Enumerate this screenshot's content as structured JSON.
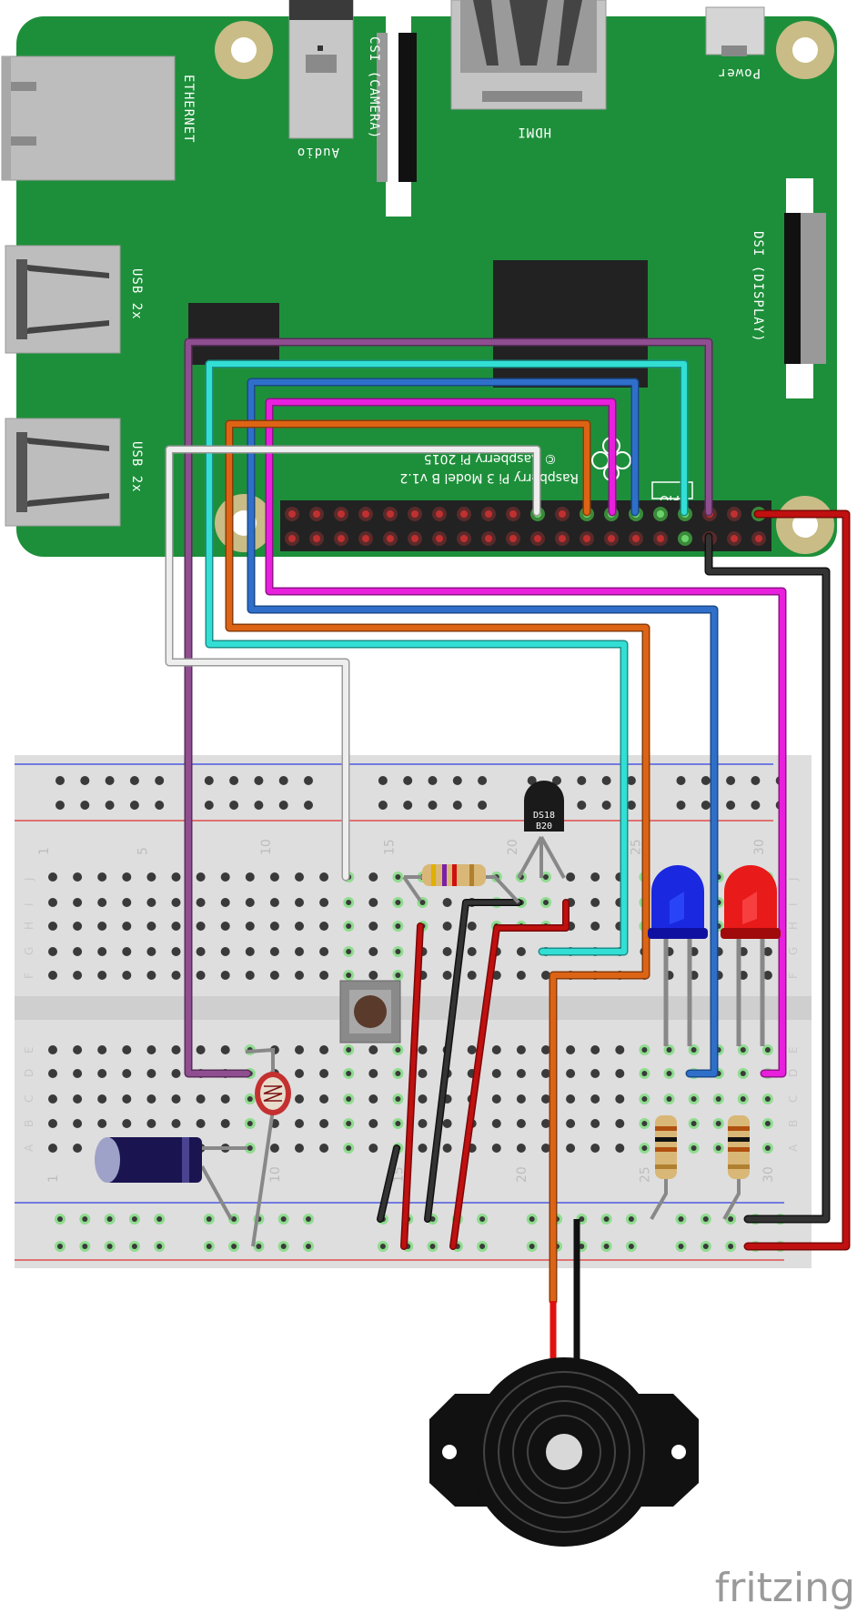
{
  "board": {
    "name_line1": "Raspberry Pi 3 Model B v1.2",
    "name_line2": "© Raspberry Pi 2015",
    "gpio_label": "GPIO",
    "color": "#1d8f3a"
  },
  "ports": {
    "ethernet": "ETHERNET",
    "usb1": "USB 2x",
    "usb2": "USB 2x",
    "audio": "Audio",
    "csi": "CSI (CAMERA)",
    "hdmi": "HDMI",
    "power": "Power",
    "dsi": "DSI (DISPLAY)"
  },
  "breadboard": {
    "col_numbers": [
      "1",
      "5",
      "10",
      "15",
      "20",
      "25",
      "30"
    ],
    "rows_top": [
      "J",
      "I",
      "H",
      "G",
      "F"
    ],
    "rows_bottom": [
      "E",
      "D",
      "C",
      "B",
      "A"
    ]
  },
  "components": {
    "sensor_line1": "DS18",
    "sensor_line2": "B20"
  },
  "wire_colors": {
    "purple": "#8e4e8f",
    "cyan": "#33dfd4",
    "blue": "#2f6fc9",
    "magenta": "#e81fdc",
    "orange": "#dc6414",
    "white": "#eeeeee",
    "black": "#333333",
    "red": "#c01010"
  },
  "brand": {
    "logo": "fritzing"
  }
}
